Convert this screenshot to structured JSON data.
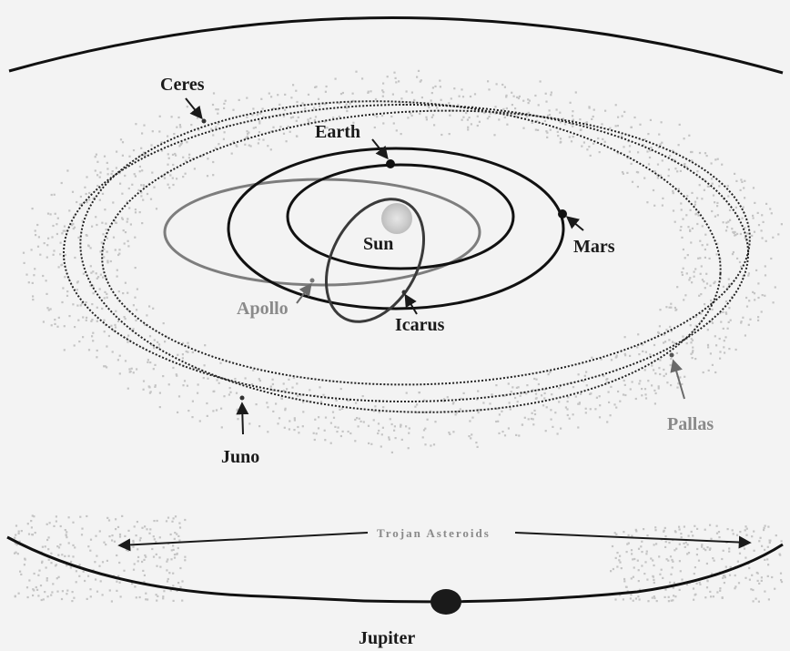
{
  "labels": {
    "ceres": "Ceres",
    "earth": "Earth",
    "sun": "Sun",
    "mars": "Mars",
    "apollo": "Apollo",
    "icarus": "Icarus",
    "juno": "Juno",
    "pallas": "Pallas",
    "trojans": "Trojan Asteroids",
    "jupiter": "Jupiter"
  },
  "colors": {
    "background": "#f3f3f3",
    "orbit_dark": "#111111",
    "orbit_grey": "#7d7d7d",
    "asteroid_dots": "#c4c4c4",
    "label_grey": "#8a8a8a",
    "sun": "#c8c8c8"
  }
}
